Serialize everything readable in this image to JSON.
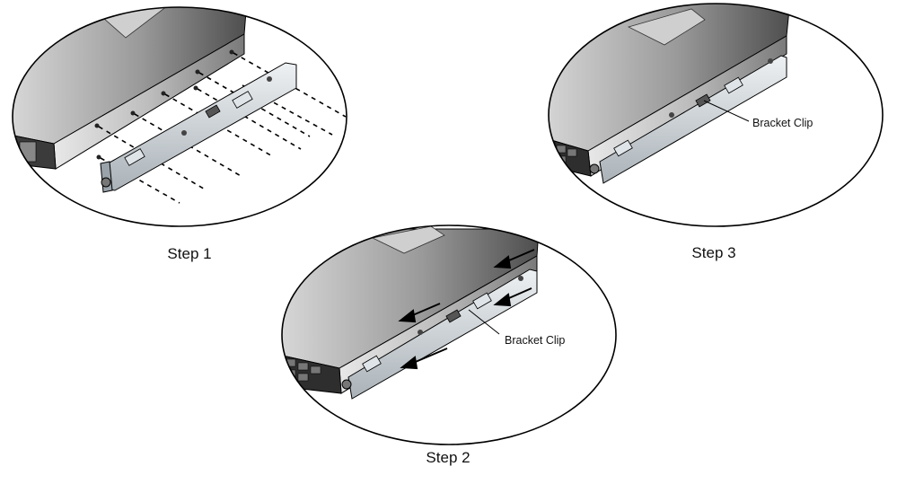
{
  "steps": [
    {
      "label": "Step 1"
    },
    {
      "label": "Step 2",
      "callout": "Bracket Clip"
    },
    {
      "label": "Step 3",
      "callout": "Bracket Clip"
    }
  ],
  "colors": {
    "outline": "#000000",
    "chassis_dark": "#5d5d5d",
    "chassis_light": "#d9d9d9",
    "bracket": "#c9cfd4",
    "background": "#ffffff"
  }
}
